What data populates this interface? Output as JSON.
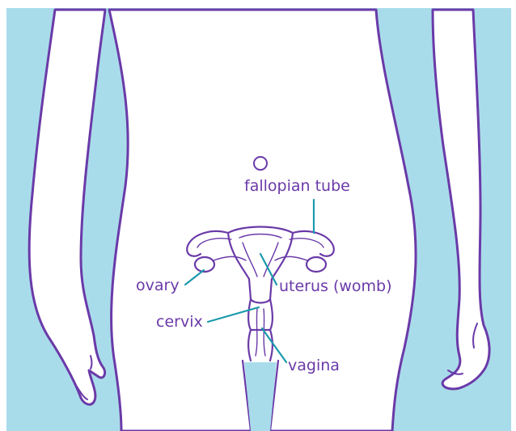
{
  "colors": {
    "background_band": "#a9dcea",
    "body_fill": "#ffffff",
    "outline": "#6a3aa8",
    "leader_line": "#1b9aac",
    "label_text": "#6a3aa8"
  },
  "icons": {
    "egg": "small-circle-icon"
  },
  "labels": {
    "fallopian_tube": "fallopian tube",
    "ovary": "ovary",
    "uterus": "uterus (womb)",
    "cervix": "cervix",
    "vagina": "vagina"
  }
}
